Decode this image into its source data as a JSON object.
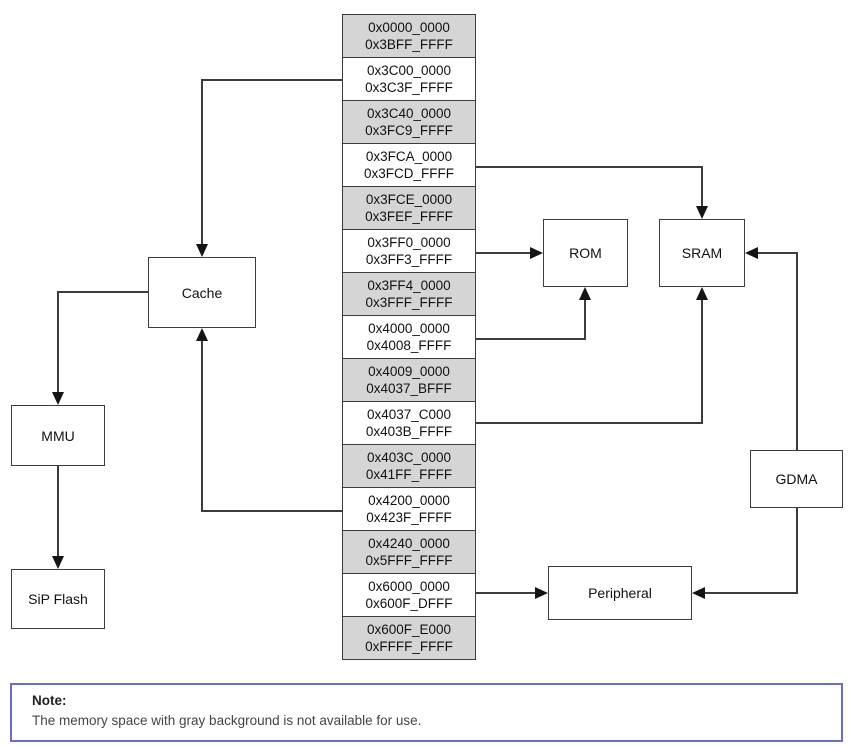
{
  "diagram": {
    "memory_blocks": [
      {
        "start": "0x0000_0000",
        "end": "0x3BFF_FFFF",
        "unavailable": true
      },
      {
        "start": "0x3C00_0000",
        "end": "0x3C3F_FFFF",
        "unavailable": false
      },
      {
        "start": "0x3C40_0000",
        "end": "0x3FC9_FFFF",
        "unavailable": true
      },
      {
        "start": "0x3FCA_0000",
        "end": "0x3FCD_FFFF",
        "unavailable": false
      },
      {
        "start": "0x3FCE_0000",
        "end": "0x3FEF_FFFF",
        "unavailable": true
      },
      {
        "start": "0x3FF0_0000",
        "end": "0x3FF3_FFFF",
        "unavailable": false
      },
      {
        "start": "0x3FF4_0000",
        "end": "0x3FFF_FFFF",
        "unavailable": true
      },
      {
        "start": "0x4000_0000",
        "end": "0x4008_FFFF",
        "unavailable": false
      },
      {
        "start": "0x4009_0000",
        "end": "0x4037_BFFF",
        "unavailable": true
      },
      {
        "start": "0x4037_C000",
        "end": "0x403B_FFFF",
        "unavailable": false
      },
      {
        "start": "0x403C_0000",
        "end": "0x41FF_FFFF",
        "unavailable": true
      },
      {
        "start": "0x4200_0000",
        "end": "0x423F_FFFF",
        "unavailable": false
      },
      {
        "start": "0x4240_0000",
        "end": "0x5FFF_FFFF",
        "unavailable": true
      },
      {
        "start": "0x6000_0000",
        "end": "0x600F_DFFF",
        "unavailable": false
      },
      {
        "start": "0x600F_E000",
        "end": "0xFFFF_FFFF",
        "unavailable": true
      }
    ],
    "components": {
      "cache": {
        "label": "Cache"
      },
      "mmu": {
        "label": "MMU"
      },
      "sip_flash": {
        "label": "SiP Flash"
      },
      "rom": {
        "label": "ROM"
      },
      "sram": {
        "label": "SRAM"
      },
      "gdma": {
        "label": "GDMA"
      },
      "peripheral": {
        "label": "Peripheral"
      }
    },
    "colors": {
      "unavailable_bg": "#d5d5d5",
      "available_bg": "#ffffff",
      "line": "#3c3c3c",
      "note_border": "#6a6fc5"
    }
  },
  "note": {
    "title": "Note:",
    "text": "The memory space with gray background is not available for use."
  }
}
